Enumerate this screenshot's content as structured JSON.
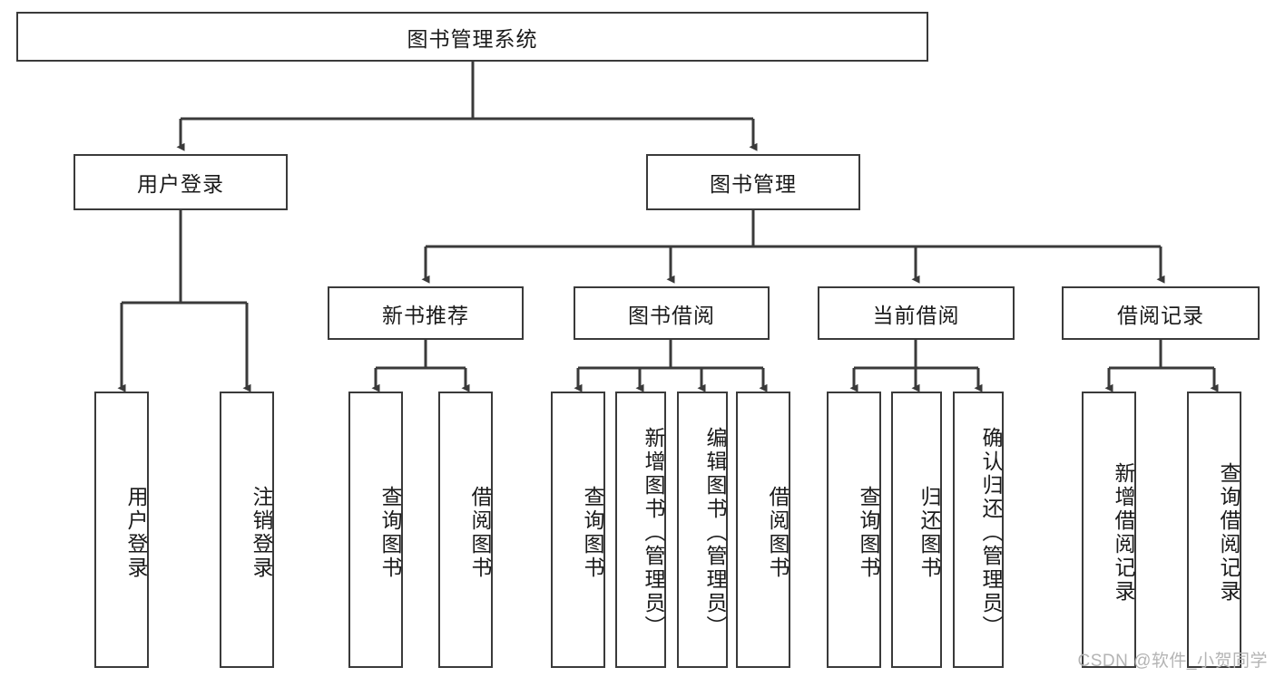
{
  "diagram": {
    "title": "图书管理系统",
    "watermark": "CSDN @软件_小贺同学",
    "line_color": "#3a3a3a",
    "background_color": "#ffffff",
    "text_color": "#1a1a1a",
    "watermark_color": "#b4b4b4",
    "root": {
      "label": "图书管理系统"
    },
    "level2": [
      {
        "label": "用户登录"
      },
      {
        "label": "图书管理"
      }
    ],
    "level3": [
      {
        "label": "新书推荐"
      },
      {
        "label": "图书借阅"
      },
      {
        "label": "当前借阅"
      },
      {
        "label": "借阅记录"
      }
    ],
    "leaves": [
      {
        "label": "用户登录"
      },
      {
        "label": "注销登录"
      },
      {
        "label": "查询图书"
      },
      {
        "label": "借阅图书"
      },
      {
        "label": "查询图书"
      },
      {
        "label": "新增图书（管理员）"
      },
      {
        "label": "编辑图书（管理员）"
      },
      {
        "label": "借阅图书"
      },
      {
        "label": "查询图书"
      },
      {
        "label": "归还图书"
      },
      {
        "label": "确认归还（管理员）"
      },
      {
        "label": "新增借阅记录"
      },
      {
        "label": "查询借阅记录"
      }
    ]
  }
}
